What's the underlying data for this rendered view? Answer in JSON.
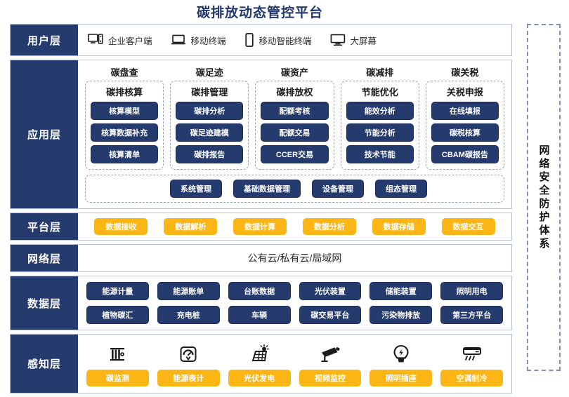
{
  "title": "碳排放动态管控平台",
  "security_column": {
    "label": "网络安全防护体系"
  },
  "layers": {
    "user": {
      "label": "用户层",
      "items": [
        {
          "icon": "desktop-tower-icon",
          "label": "企业客户端"
        },
        {
          "icon": "laptop-icon",
          "label": "移动终端"
        },
        {
          "icon": "smartphone-icon",
          "label": "移动智能终端"
        },
        {
          "icon": "large-screen-icon",
          "label": "大屏幕"
        }
      ]
    },
    "application": {
      "label": "应用层",
      "columns": [
        {
          "title": "碳盘查",
          "subtitle": "碳排核算",
          "items": [
            "核算模型",
            "核算数据补充",
            "核算清单"
          ]
        },
        {
          "title": "碳足迹",
          "subtitle": "碳排管理",
          "items": [
            "碳排分析",
            "碳足迹建模",
            "碳排报告"
          ]
        },
        {
          "title": "碳资产",
          "subtitle": "碳排放权",
          "items": [
            "配额考核",
            "配额交易",
            "CCER交易"
          ]
        },
        {
          "title": "碳减排",
          "subtitle": "节能优化",
          "items": [
            "能效分析",
            "节能分析",
            "技术节能"
          ]
        },
        {
          "title": "碳关税",
          "subtitle": "关税申报",
          "items": [
            "在线填报",
            "碳税核算",
            "CBAM碳报告"
          ]
        }
      ],
      "management": [
        "系统管理",
        "基础数据管理",
        "设备管理",
        "组态管理"
      ]
    },
    "platform": {
      "label": "平台层",
      "items": [
        "数据接收",
        "数据解析",
        "数据计算",
        "数据分析",
        "数据存储",
        "数据交互"
      ]
    },
    "network": {
      "label": "网络层",
      "text": "公有云/私有云/局域网"
    },
    "data": {
      "label": "数据层",
      "items": [
        "能源计量",
        "能源账单",
        "台账数据",
        "光伏装置",
        "储能装置",
        "照明用电",
        "植物碳汇",
        "充电桩",
        "车辆",
        "碳交易平台",
        "污染物排放",
        "第三方平台"
      ]
    },
    "sensing": {
      "label": "感知层",
      "items": [
        {
          "icon": "carbon-monitor-icon",
          "label": "碳监测"
        },
        {
          "icon": "energy-meter-icon",
          "label": "能源表计"
        },
        {
          "icon": "solar-panel-icon",
          "label": "光伏发电"
        },
        {
          "icon": "cctv-camera-icon",
          "label": "视频监控"
        },
        {
          "icon": "light-bulb-icon",
          "label": "照明插座"
        },
        {
          "icon": "air-conditioner-icon",
          "label": "空调制冷"
        }
      ]
    }
  },
  "colors": {
    "navy": "#253b6e",
    "amber": "#fbb615",
    "border": "#b9c3d6",
    "dashed": "#9aa3b4"
  }
}
